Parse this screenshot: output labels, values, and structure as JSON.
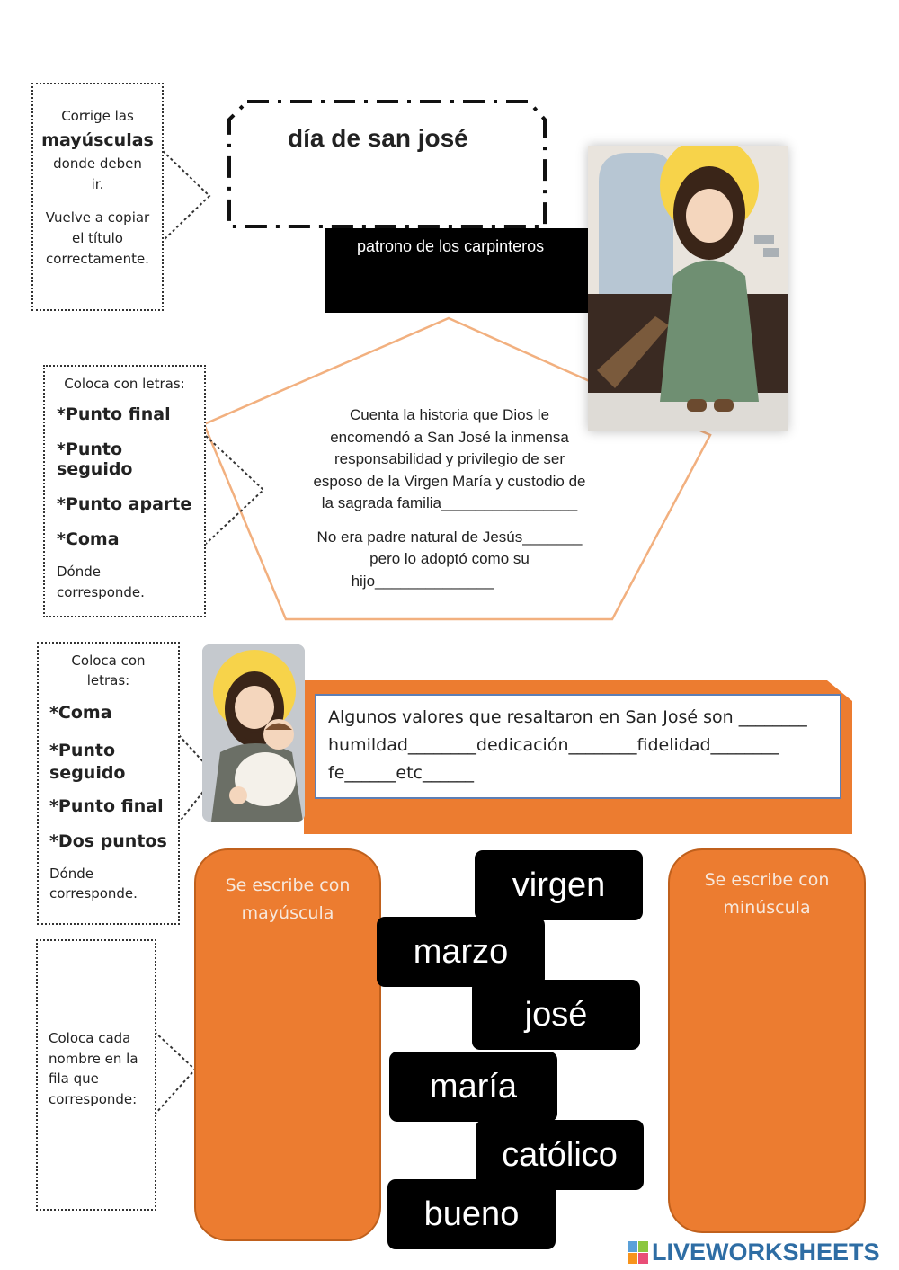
{
  "section1": {
    "instruction": {
      "line1": "Corrige las",
      "line2": "mayúsculas",
      "line3": "donde deben",
      "line4": "ir.",
      "line5": "Vuelve a copiar",
      "line6": "el título",
      "line7": "correctamente."
    },
    "title_text": "día de san josé",
    "subtitle_text": "patrono de los carpinteros"
  },
  "section2": {
    "instruction": {
      "intro": "Coloca con letras:",
      "items": [
        "*Punto final",
        "*Punto seguido",
        "*Punto aparte",
        "*Coma"
      ],
      "footer1": "Dónde",
      "footer2": "corresponde."
    },
    "pentagon_text": {
      "l1": "Cuenta la historia que Dios le",
      "l2": "encomendó a San José la inmensa",
      "l3": "responsabilidad y privilegio de ser",
      "l4": "esposo de la Virgen María y custodio de",
      "l5": "la sagrada familia________________",
      "l6": "No era padre natural de Jesús_______",
      "l7": "pero lo adoptó como su",
      "l8": "hijo______________"
    }
  },
  "section3": {
    "instruction": {
      "intro1": "Coloca con",
      "intro2": "letras:",
      "items": [
        "*Coma",
        "*Punto",
        "seguido",
        "*Punto final",
        "*Dos puntos"
      ],
      "footer1": "Dónde",
      "footer2": "corresponde."
    },
    "values_text": {
      "l1": "Algunos valores que resaltaron en San José son ________",
      "l2": "humildad________dedicación________fidelidad________",
      "l3": "fe______etc______"
    }
  },
  "section4": {
    "instruction": {
      "l1": "Coloca cada",
      "l2": "nombre en la",
      "l3": "fila que",
      "l4": "corresponde:"
    },
    "left_column": {
      "l1": "Se escribe con",
      "l2": "mayúscula"
    },
    "right_column": {
      "l1": "Se escribe con",
      "l2": "minúscula"
    },
    "words": [
      "virgen",
      "marzo",
      "josé",
      "maría",
      "católico",
      "bueno"
    ]
  },
  "footer": {
    "brand": "LIVEWORKSHEETS"
  },
  "colors": {
    "orange": "#ec7c30",
    "pentagon_stroke": "#f2b07f",
    "black": "#000000"
  }
}
